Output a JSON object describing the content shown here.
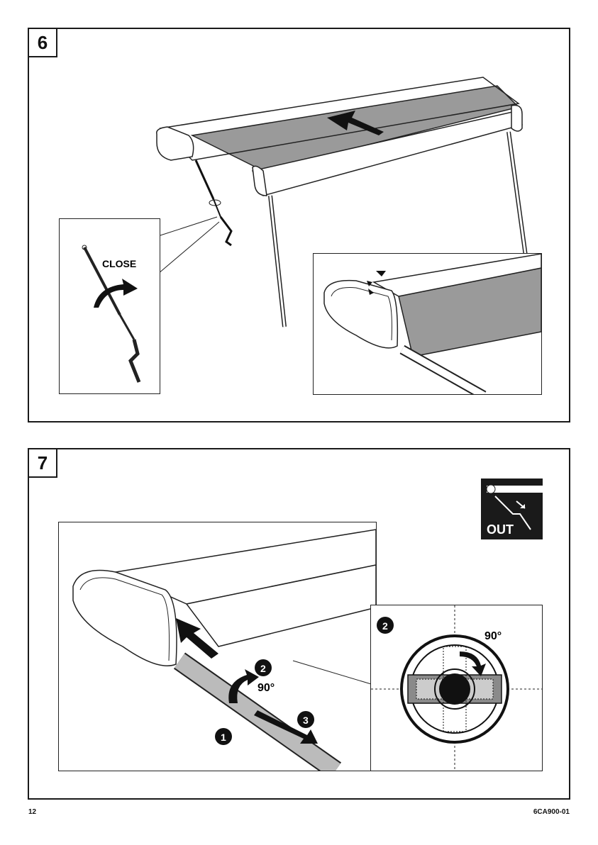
{
  "steps": [
    {
      "number": "6",
      "close_label": "CLOSE"
    },
    {
      "number": "7",
      "out_label": "OUT",
      "angle_label": "90°",
      "angle_label_detail": "90°",
      "callout_1": "1",
      "callout_2": "2",
      "callout_3": "3",
      "detail_callout": "2"
    }
  ],
  "footer": {
    "page_number": "12",
    "doc_code": "6CA900-01"
  }
}
